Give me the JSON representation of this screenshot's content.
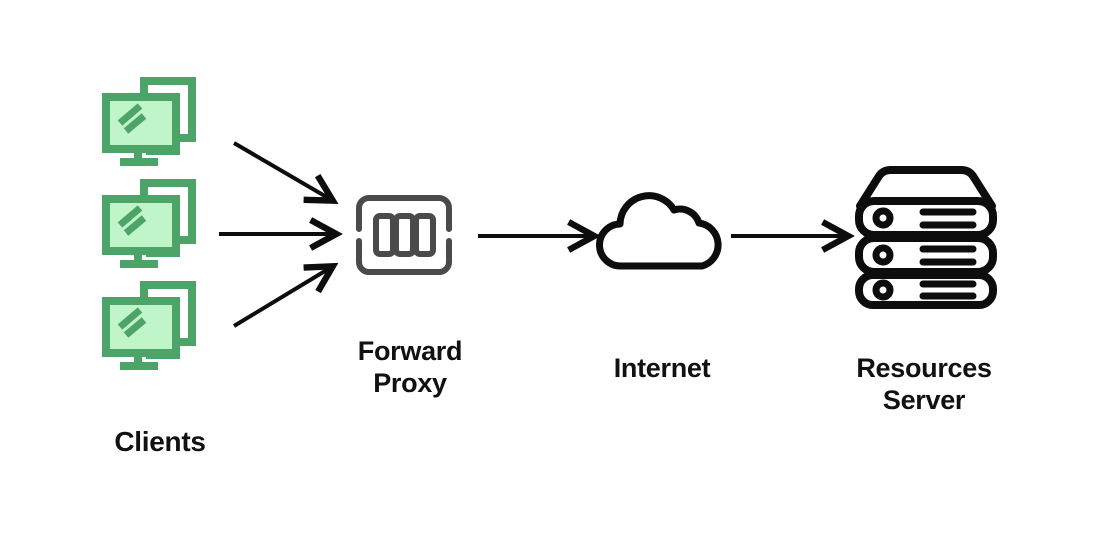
{
  "diagram": {
    "title": "Forward Proxy network topology",
    "background_color": "#ffffff",
    "palette": {
      "client_fill": "#bff5c8",
      "client_stroke": "#4da468",
      "proxy_stroke": "#4a4a4a",
      "ink": "#0d0d0d",
      "label_color": "#111111"
    },
    "nodes": [
      {
        "id": "clients",
        "label": "Clients",
        "icon": "monitor-stack-icon",
        "count": 3,
        "color": "#4da468"
      },
      {
        "id": "forward-proxy",
        "label": "Forward\nProxy",
        "icon": "proxy-server-icon",
        "color": "#4a4a4a"
      },
      {
        "id": "internet",
        "label": "Internet",
        "icon": "cloud-icon",
        "color": "#0d0d0d"
      },
      {
        "id": "resources-server",
        "label": "Resources\nServer",
        "icon": "server-rack-icon",
        "color": "#0d0d0d"
      }
    ],
    "connections": [
      {
        "id": "client-1-to-proxy",
        "from": "client-1",
        "to": "forward-proxy",
        "direction": "down-right",
        "arrowhead": "end"
      },
      {
        "id": "client-2-to-proxy",
        "from": "client-2",
        "to": "forward-proxy",
        "direction": "right",
        "arrowhead": "end"
      },
      {
        "id": "client-3-to-proxy",
        "from": "client-3",
        "to": "forward-proxy",
        "direction": "up-right",
        "arrowhead": "end"
      },
      {
        "id": "proxy-to-internet",
        "from": "forward-proxy",
        "to": "internet",
        "direction": "right",
        "arrowhead": "end"
      },
      {
        "id": "internet-to-server",
        "from": "internet",
        "to": "resources-server",
        "direction": "right",
        "arrowhead": "end"
      }
    ],
    "labels": {
      "clients": "Clients",
      "forward_proxy": "Forward\nProxy",
      "internet": "Internet",
      "resources_server": "Resources\nServer"
    }
  }
}
